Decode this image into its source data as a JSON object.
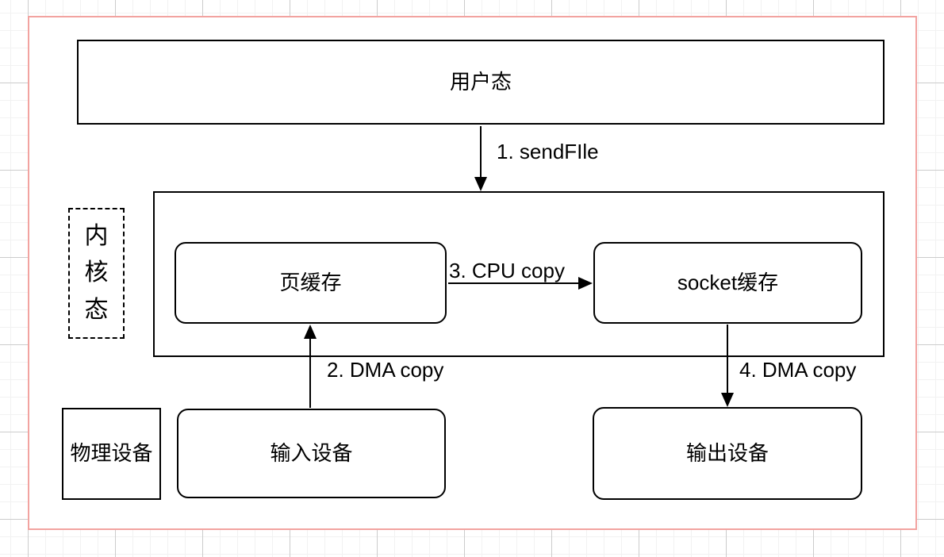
{
  "diagram": {
    "nodes": {
      "user_mode": {
        "label": "用户态"
      },
      "kernel_mode": {
        "label": "内核态"
      },
      "page_cache": {
        "label": "页缓存"
      },
      "socket_cache": {
        "label": "socket缓存"
      },
      "physical_device": {
        "label": "物理设备"
      },
      "input_device": {
        "label": "输入设备"
      },
      "output_device": {
        "label": "输出设备"
      }
    },
    "arrows": [
      {
        "label": "1. sendFIle",
        "from": "用户态",
        "to": "内核态"
      },
      {
        "label": "2. DMA copy",
        "from": "输入设备",
        "to": "页缓存"
      },
      {
        "label": "3. CPU copy",
        "from": "页缓存",
        "to": "socket缓存"
      },
      {
        "label": "4. DMA copy",
        "from": "socket缓存",
        "to": "输出设备"
      }
    ],
    "colors": {
      "frame_border": "#f2a3a0",
      "shape_stroke": "#000000",
      "grid_minor": "#f2f2f2",
      "grid_major": "#cccccc",
      "background": "#ffffff"
    }
  }
}
